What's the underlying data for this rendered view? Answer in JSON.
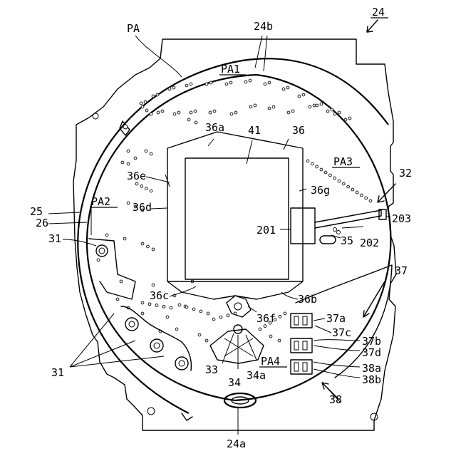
{
  "figure": {
    "labels": {
      "ref_24": "24",
      "pa": "PA",
      "ref_24b": "24b",
      "pa1": "PA1",
      "ref_36a": "36a",
      "ref_41": "41",
      "ref_36": "36",
      "pa3": "PA3",
      "ref_32": "32",
      "ref_36e": "36e",
      "ref_36g": "36g",
      "pa2": "PA2",
      "ref_25": "25",
      "ref_26": "26",
      "ref_36d": "36d",
      "ref_203": "203",
      "ref_201": "201",
      "ref_202": "202",
      "ref_31_top": "31",
      "ref_35": "35",
      "ref_37": "37",
      "ref_36c": "36c",
      "ref_36b": "36b",
      "ref_36f": "36f",
      "ref_37a": "37a",
      "ref_37c": "37c",
      "ref_37b": "37b",
      "ref_37d": "37d",
      "ref_31_bottom": "31",
      "ref_33": "33",
      "ref_34a": "34a",
      "pa4": "PA4",
      "ref_38a": "38a",
      "ref_38b": "38b",
      "ref_34": "34",
      "ref_38": "38",
      "ref_24a": "24a"
    }
  }
}
